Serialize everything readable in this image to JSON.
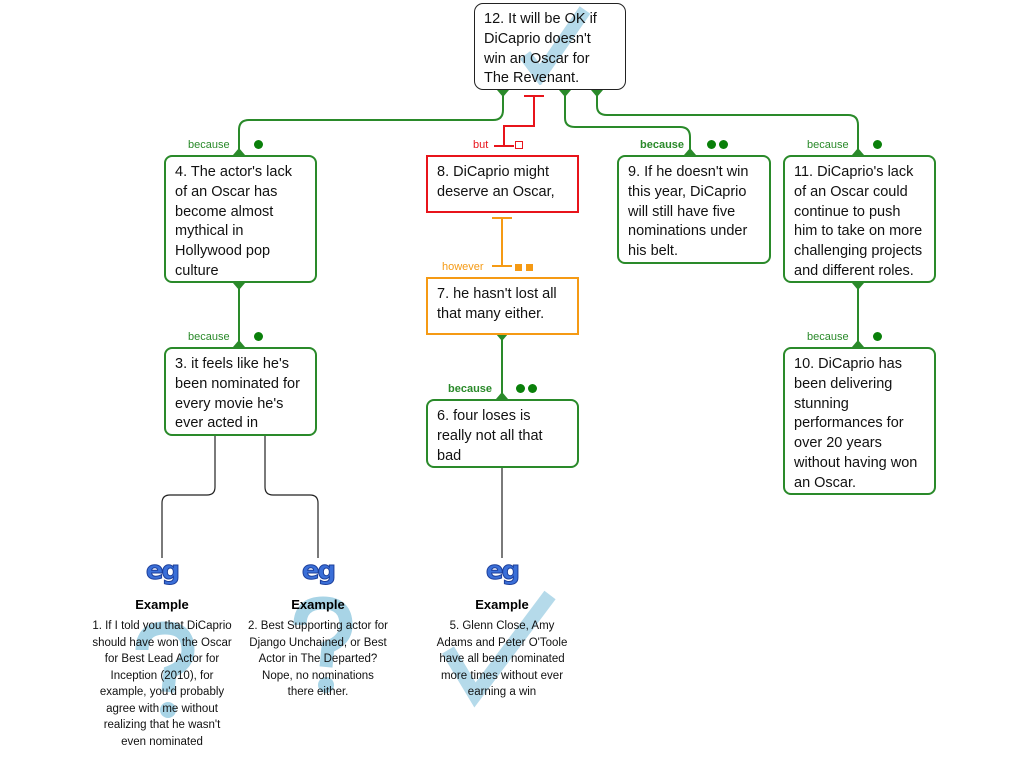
{
  "nodes": {
    "n12": "12. It will be OK if DiCaprio doesn't win an Oscar for The Revenant.",
    "n4": "4. The actor's lack of an Oscar has become almost mythical in Hollywood pop culture",
    "n8": "8. DiCaprio might deserve an Oscar,",
    "n9": "9. If he doesn't win this year, DiCaprio will still have five nominations under his belt.",
    "n11": "11. DiCaprio's lack of an Oscar could continue to push him to take on more challenging projects and different roles.",
    "n7": "7. he hasn't lost all that many either.",
    "n3": "3. it feels like he's been nominated for every movie he's ever acted in",
    "n6": "6. four loses is really not all that bad",
    "n10": "10. DiCaprio has been delivering stunning performances for over 20 years without having won an Oscar."
  },
  "labels": {
    "because": "because",
    "but": "but",
    "however": "however"
  },
  "examples": [
    {
      "icon": "eg",
      "title": "Example",
      "text": "1. If I told you that DiCaprio should have won the Oscar for Best Lead Actor for Inception (2010), for example, you'd probably agree with me without realizing that he wasn't even nominated"
    },
    {
      "icon": "eg",
      "title": "Example",
      "text": "2. Best Supporting actor for Django Unchained, or Best Actor in The Departed? Nope, no nominations there either."
    },
    {
      "icon": "eg",
      "title": "Example",
      "text": "5. Glenn Close, Amy Adams and Peter O'Toole have all been nominated more times without ever earning a win"
    }
  ],
  "colors": {
    "support": "#2a8a2a",
    "objection": "#e8141b",
    "rebuttal": "#f59a14",
    "watermark": "#a8d4e6"
  }
}
